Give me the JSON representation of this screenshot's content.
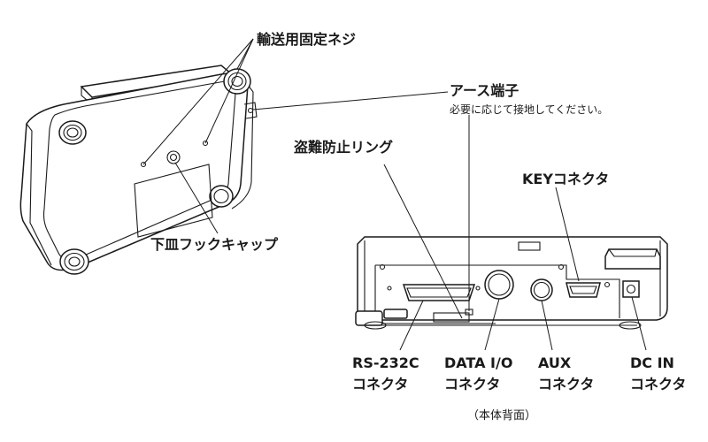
{
  "labels": {
    "transport_screw": "輸送用固定ネジ",
    "ground_terminal": "アース端子",
    "ground_note": "必要に応じて接地してください。",
    "anti_theft_ring": "盗難防止リング",
    "key_connector": "KEYコネクタ",
    "pan_hook_cap": "下皿フックキャップ",
    "rs232c_line1": "RS-232C",
    "rs232c_line2": "コネクタ",
    "data_io_line1": "DATA I/O",
    "data_io_line2": "コネクタ",
    "aux_line1": "AUX",
    "aux_line2": "コネクタ",
    "dc_in_line1": "DC IN",
    "dc_in_line2": "コネクタ",
    "rear_caption": "（本体背面）"
  }
}
